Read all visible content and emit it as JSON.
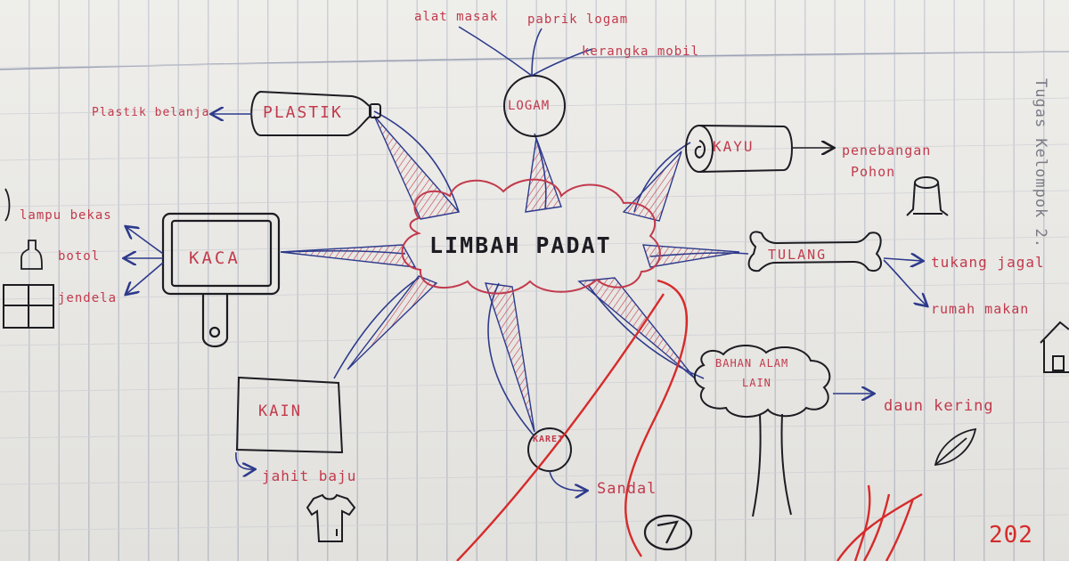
{
  "central_topic": "LIMBAH PADAT",
  "side_title": "Tugas Kelompok 2.",
  "branches": {
    "logam": {
      "label": "LOGAM",
      "items": [
        "alat masak",
        "pabrik logam",
        "kerangka mobil"
      ]
    },
    "plastik": {
      "label": "PLASTIK",
      "items": [
        "Plastik belanja"
      ]
    },
    "kayu": {
      "label": "KAYU",
      "items": [
        "penebangan",
        "Pohon"
      ]
    },
    "kaca": {
      "label": "KACA",
      "items": [
        "lampu bekas",
        "botol",
        "jendela"
      ]
    },
    "tulang": {
      "label": "TULANG",
      "items": [
        "tukang jagal",
        "rumah makan"
      ]
    },
    "kain": {
      "label": "KAIN",
      "items": [
        "jahit baju"
      ]
    },
    "karet": {
      "label": "KARET",
      "items": [
        "Sandal"
      ]
    },
    "bahan_alam": {
      "label_line1": "BAHAN ALAM",
      "label_line2": "LAIN",
      "items": [
        "daun kering"
      ]
    }
  },
  "corner_scribble": "202",
  "colors": {
    "ink_blue": "#2d3a8c",
    "ink_red": "#c23a4c",
    "ink_black": "#1c1c22",
    "pen_red": "#d62b2b"
  }
}
